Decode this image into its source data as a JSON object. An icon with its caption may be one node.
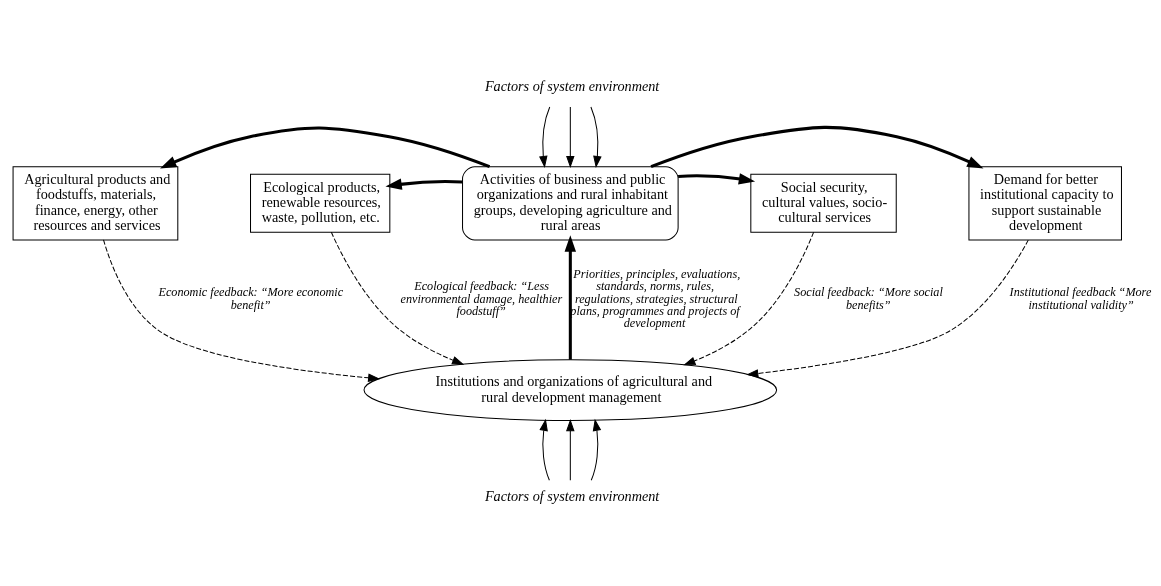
{
  "diagram": {
    "nodes": [
      {
        "text": [
          "Agricultural products and foodstuffs, materials, finance, energy, other resources and services"
        ]
      },
      {
        "text": [
          "Activities of business and public organizations and rural inhabitant groups, developing agriculture and rural areas"
        ]
      },
      {
        "text": [
          "Demand for better institutional capacity to support sustainable development"
        ]
      },
      {
        "text": [
          "Ecological products, renewable resources, waste, pollution, etc."
        ]
      },
      {
        "text": [
          "Social security, cultural values, socio-cultural services"
        ]
      },
      {
        "text": [
          "Institutions and organizations of agricultural and rural development management"
        ]
      },
      {
        "text": [
          "Factors of system environment"
        ]
      },
      {
        "text": [
          "Factors of system environment"
        ]
      }
    ],
    "edges": [
      {
        "from": 6,
        "to": 1,
        "arrow": "to"
      },
      {
        "from": 6,
        "to": 1,
        "arrow": "to"
      },
      {
        "from": 6,
        "to": 1,
        "arrow": "to"
      },
      {
        "from": 1,
        "to": 0,
        "arrow": "to",
        "style": "thick"
      },
      {
        "from": 1,
        "to": 2,
        "arrow": "to",
        "style": "thick"
      },
      {
        "from": 1,
        "to": 3,
        "arrow": "to",
        "style": "thick"
      },
      {
        "from": 1,
        "to": 4,
        "arrow": "to",
        "style": "thick"
      },
      {
        "from": 5,
        "to": 1,
        "arrow": "to",
        "style": "thick",
        "label": "Priorities, principles, evaluations, standards, norms, rules, regulations, strategies, structural plans, programmes and projects of development"
      },
      {
        "from": 3,
        "to": 5,
        "arrow": "to",
        "style": "dashed",
        "label": "Ecological feedback: “Less environmental damage, healthier foodstuff”"
      },
      {
        "from": 4,
        "to": 5,
        "arrow": "to",
        "style": "dashed",
        "label": "Social feedback: “More social benefits”"
      },
      {
        "from": 0,
        "to": 5,
        "arrow": "to",
        "style": "dashed",
        "label": "Economic feedback: “More economic benefit”"
      },
      {
        "from": 2,
        "to": 5,
        "arrow": "to",
        "style": "dashed",
        "label": "Institutional feedback “More institutional validity”"
      },
      {
        "from": 7,
        "to": 5,
        "arrow": "to"
      },
      {
        "from": 7,
        "to": 5,
        "arrow": "to"
      },
      {
        "from": 7,
        "to": 5,
        "arrow": "to"
      }
    ]
  }
}
